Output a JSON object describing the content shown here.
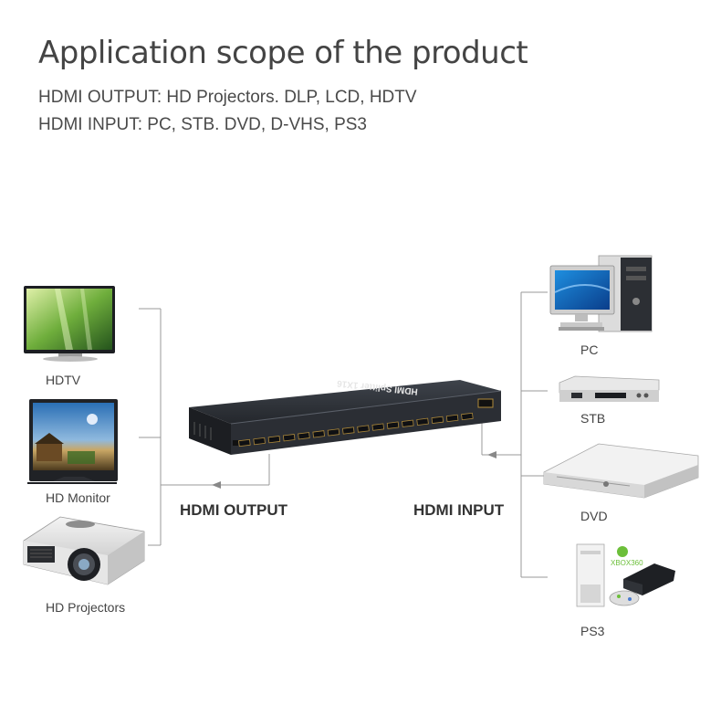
{
  "title": "Application scope of the product",
  "lines": {
    "output": "HDMI OUTPUT: HD Projectors. DLP, LCD, HDTV",
    "input": "HDMI INPUT: PC, STB. DVD, D-VHS, PS3"
  },
  "output_devices": [
    {
      "label": "HDTV",
      "icon": "hdtv-icon"
    },
    {
      "label": "HD Monitor",
      "icon": "monitor-icon"
    },
    {
      "label": "HD Projectors",
      "icon": "projector-icon"
    }
  ],
  "input_devices": [
    {
      "label": "PC",
      "icon": "pc-icon"
    },
    {
      "label": "STB",
      "icon": "stb-icon"
    },
    {
      "label": "DVD",
      "icon": "dvd-icon"
    },
    {
      "label": "PS3",
      "icon": "ps3-icon"
    }
  ],
  "ports": {
    "output": "HDMI OUTPUT",
    "input": "HDMI INPUT"
  },
  "splitter": {
    "label": "HDMI Splitter 1X16"
  },
  "ps3_console": {
    "badge": "XBOX360"
  },
  "colors": {
    "line": "#888888",
    "text": "#444444",
    "device_dark": "#2a2d33"
  }
}
